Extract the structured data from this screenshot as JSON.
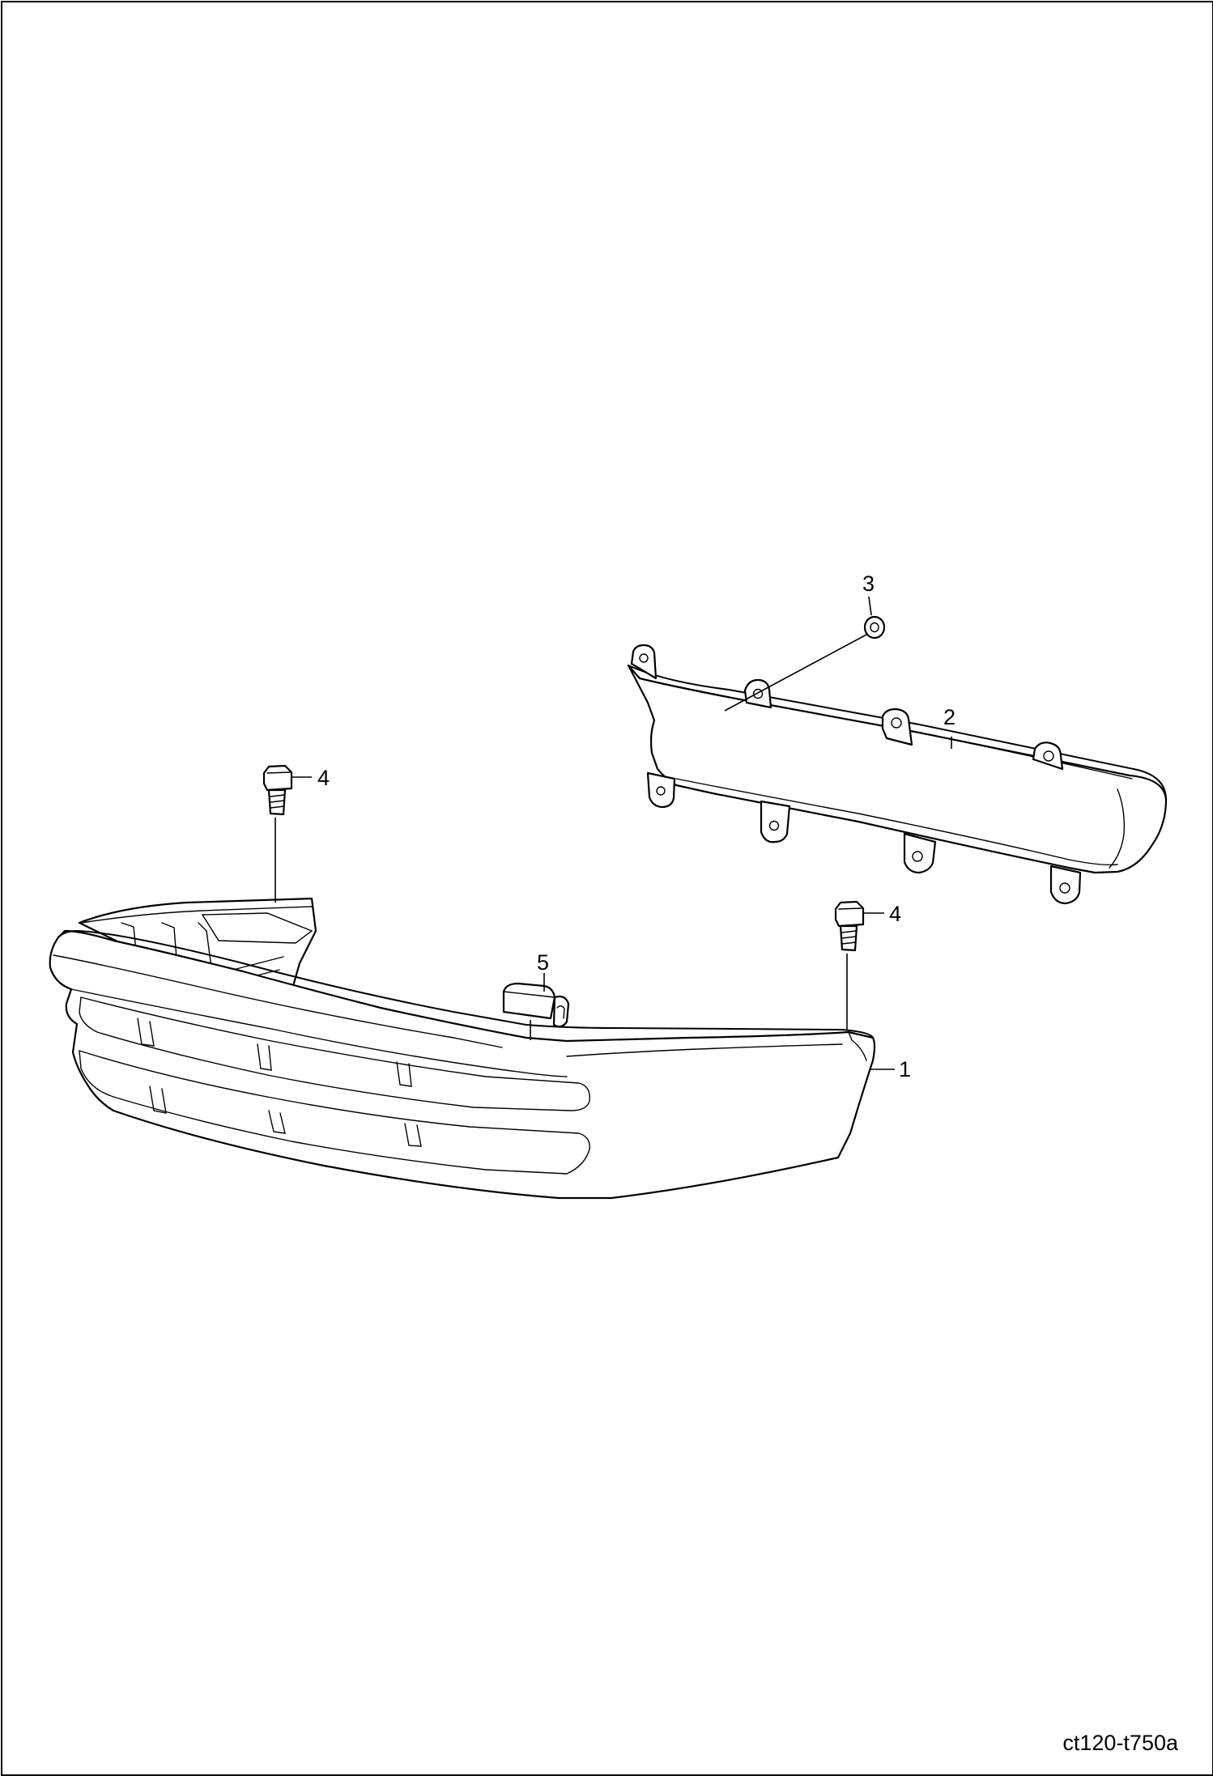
{
  "diagram": {
    "figure_id": "ct120-t750a",
    "callouts": [
      {
        "id": "callout-1",
        "label": "1"
      },
      {
        "id": "callout-2",
        "label": "2"
      },
      {
        "id": "callout-3",
        "label": "3"
      },
      {
        "id": "callout-4a",
        "label": "4"
      },
      {
        "id": "callout-4b",
        "label": "4"
      },
      {
        "id": "callout-5",
        "label": "5"
      }
    ]
  }
}
